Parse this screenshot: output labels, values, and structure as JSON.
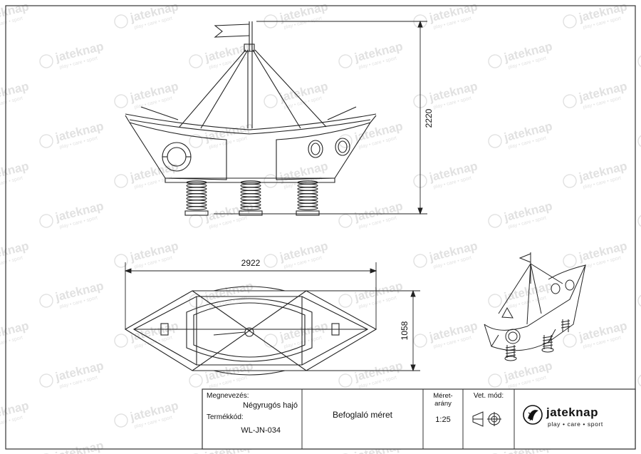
{
  "drawing": {
    "dimensions": {
      "height": "2220",
      "length": "2922",
      "width": "1058"
    }
  },
  "title_block": {
    "name_label": "Megnevezés:",
    "name_value": "Négyrugós hajó",
    "code_label": "Termékkód:",
    "code_value": "WL-JN-034",
    "description": "Befoglaló méret",
    "scale_label_line1": "Méret-",
    "scale_label_line2": "arány",
    "scale_value": "1:25",
    "projection_label": "Vet. mód:",
    "projection_icon": "first-angle-projection-icon",
    "logo_name": "jateknap",
    "logo_tagline": "play • care • sport"
  },
  "watermark": {
    "name": "jateknap",
    "tagline": "play • care • sport"
  },
  "colors": {
    "line": "#222222",
    "watermark": "#c9c9c9",
    "border": "#333333"
  }
}
